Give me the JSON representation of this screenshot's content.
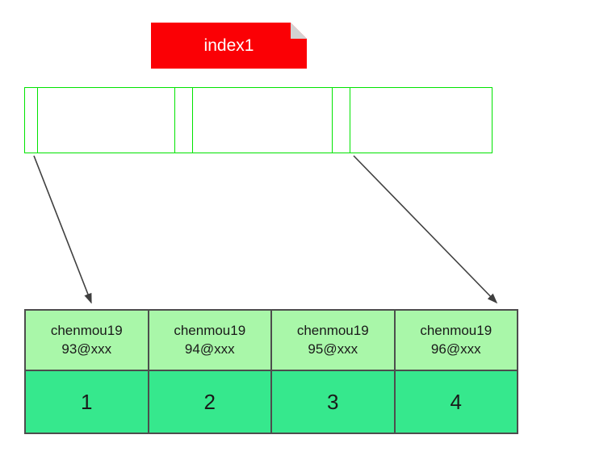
{
  "tag": {
    "label": "index1"
  },
  "colors": {
    "tag_red": "#fb0005",
    "fold_gray": "#d2d2d2",
    "bar_border_green": "#00e400",
    "table_border": "#4d4d4d",
    "header_bg_green": "#a9f7a9",
    "value_bg_green": "#36e88d",
    "arrow": "#3f3f3f"
  },
  "table": {
    "columns": [
      {
        "name_line1": "chenmou19",
        "name_line2": "93@xxx",
        "value": "1"
      },
      {
        "name_line1": "chenmou19",
        "name_line2": "94@xxx",
        "value": "2"
      },
      {
        "name_line1": "chenmou19",
        "name_line2": "95@xxx",
        "value": "3"
      },
      {
        "name_line1": "chenmou19",
        "name_line2": "96@xxx",
        "value": "4"
      }
    ]
  }
}
